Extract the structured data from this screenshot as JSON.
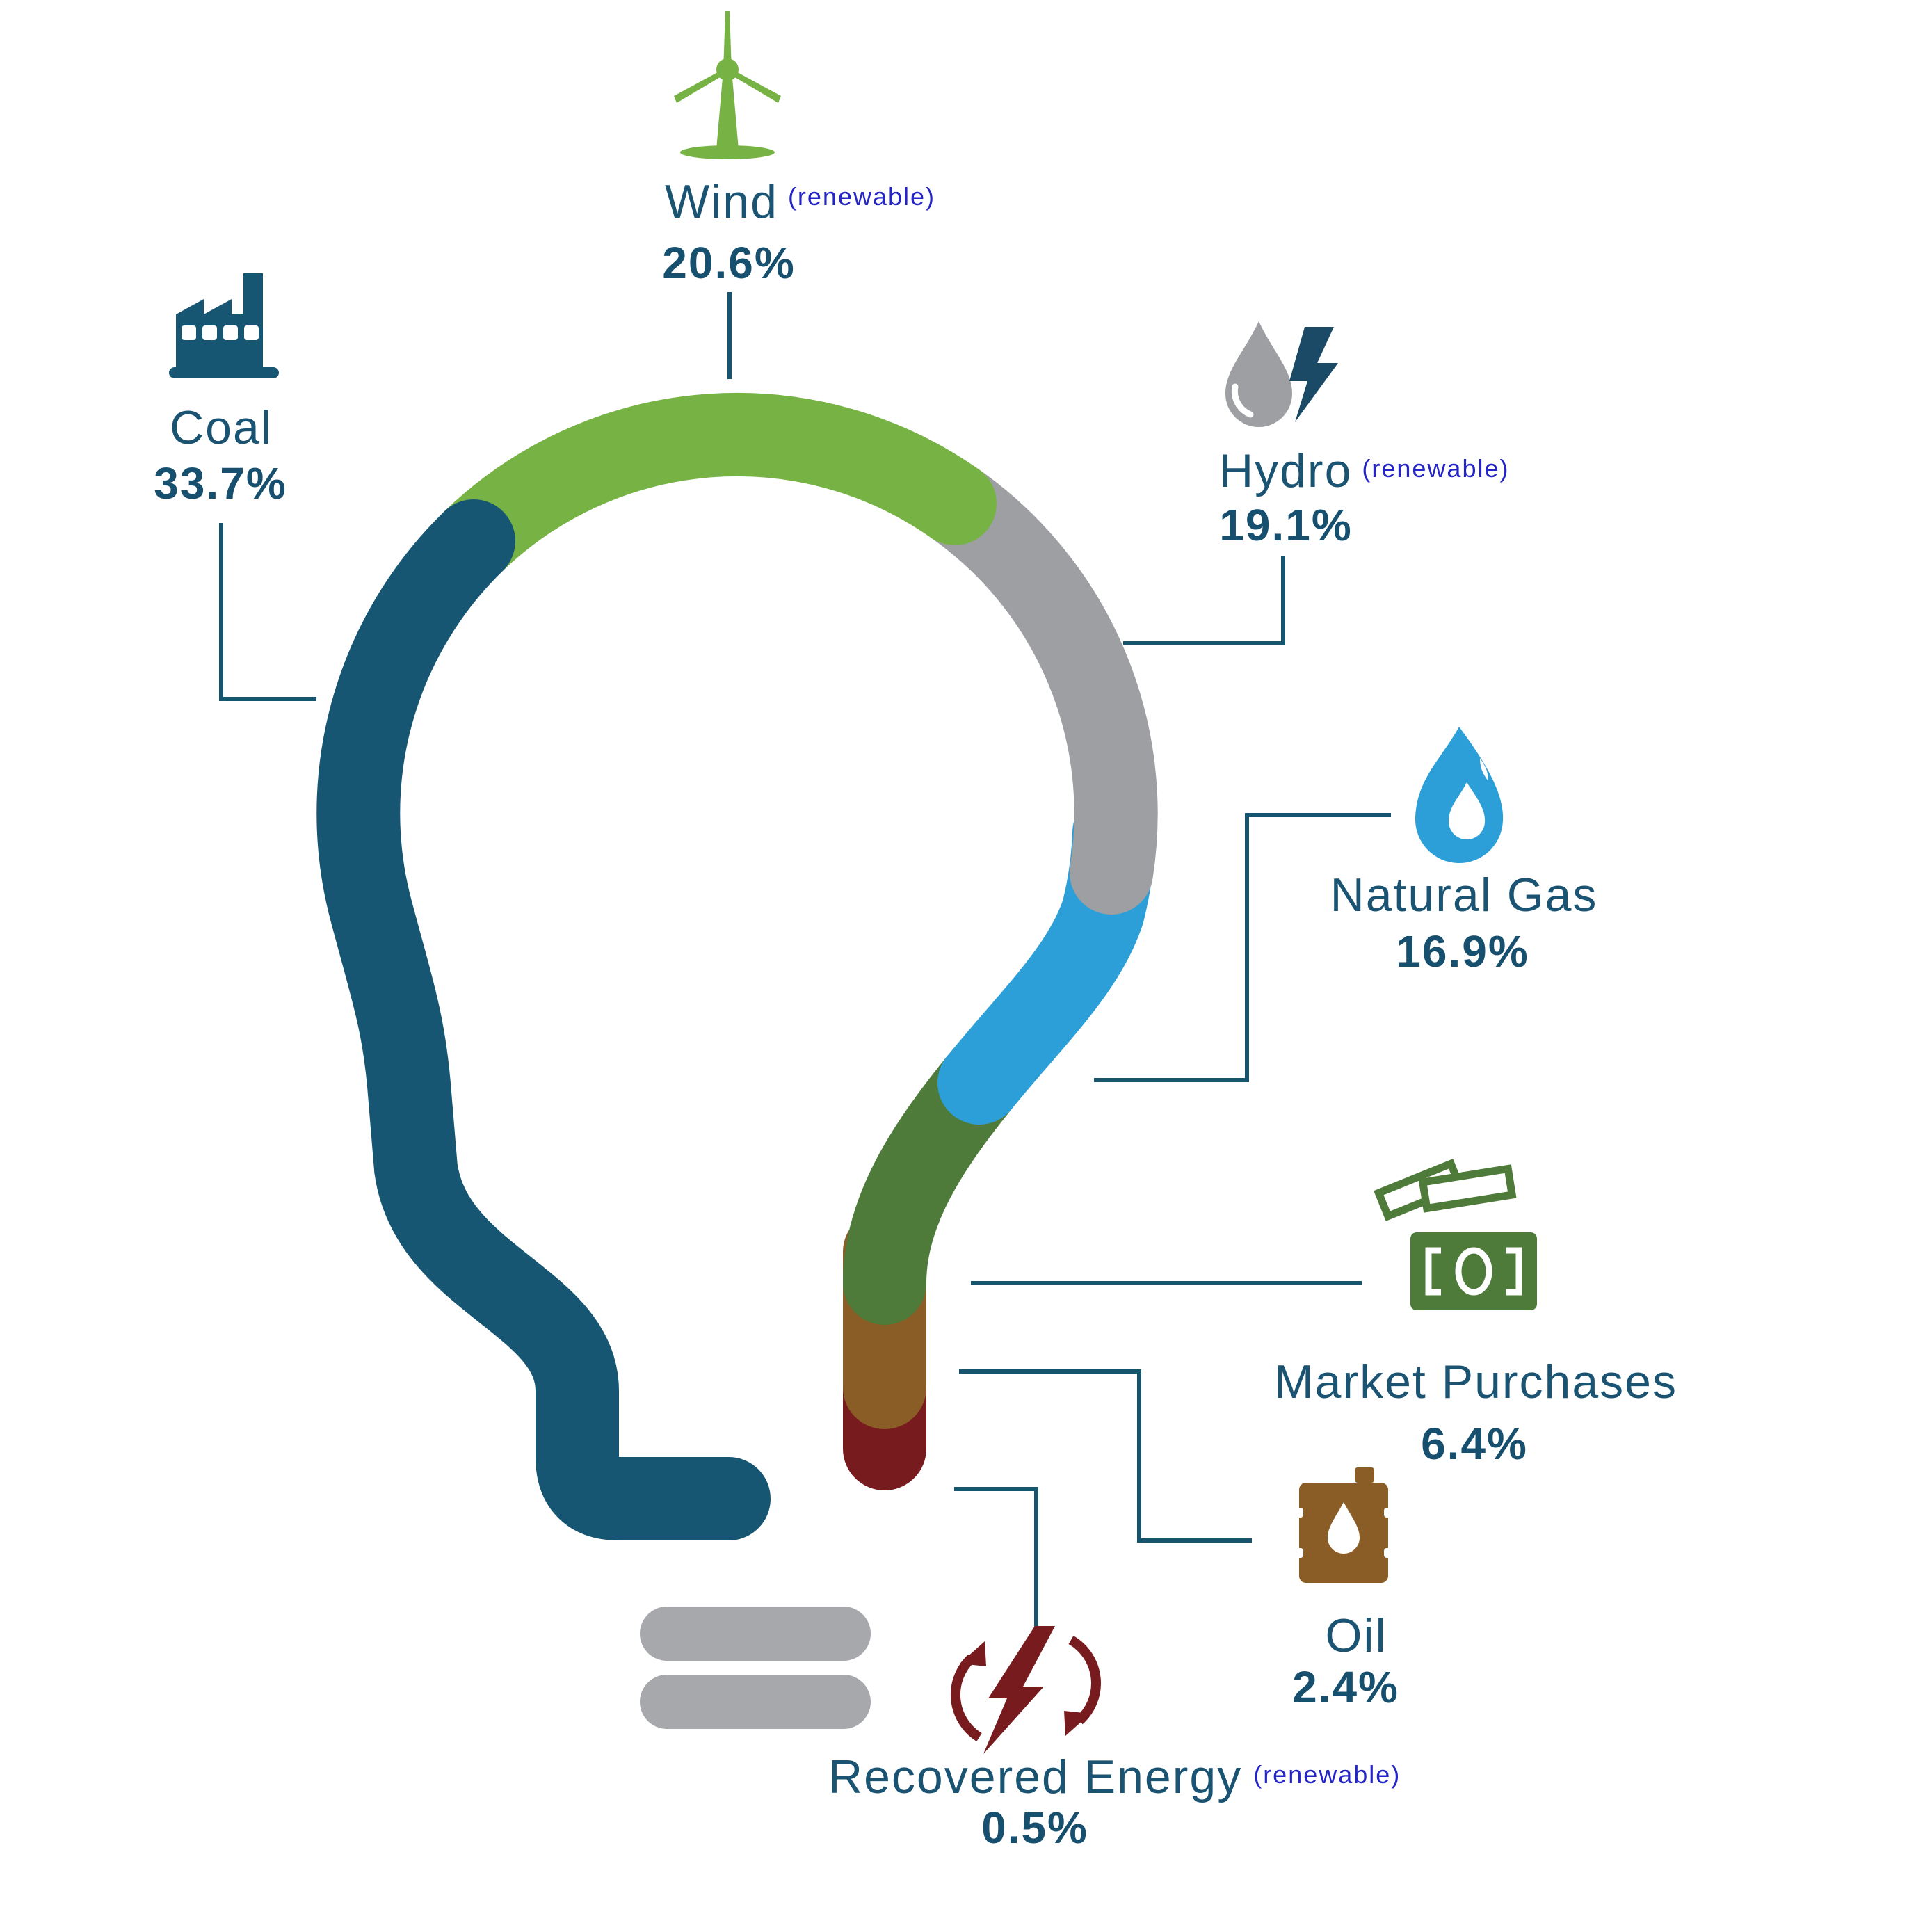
{
  "chart_data": {
    "type": "pie",
    "subtype": "lightbulb-donut-infographic",
    "categories": [
      "Coal",
      "Wind",
      "Hydro",
      "Natural Gas",
      "Market Purchases",
      "Oil",
      "Recovered Energy"
    ],
    "values": [
      33.7,
      20.6,
      19.1,
      16.9,
      6.4,
      2.4,
      0.5
    ],
    "unit": "%",
    "renewable_categories": [
      "Wind",
      "Hydro",
      "Recovered Energy"
    ],
    "legend_position": "around-figure",
    "colors": [
      "#175673",
      "#77b244",
      "#9d9fa2",
      "#2d9fd8",
      "#4e7b3a",
      "#8a5c26",
      "#771b1e"
    ]
  },
  "segments": {
    "coal": {
      "label": "Coal",
      "pct": "33.7%",
      "color": "#175673"
    },
    "wind": {
      "label": "Wind",
      "pct": "20.6%",
      "renewable_note": "(renewable)",
      "color": "#77b244"
    },
    "hydro": {
      "label": "Hydro",
      "pct": "19.1%",
      "renewable_note": "(renewable)",
      "color": "#9d9fa2"
    },
    "natural_gas": {
      "label": "Natural Gas",
      "pct": "16.9%",
      "color": "#2d9fd8"
    },
    "market_purchases": {
      "label": "Market Purchases",
      "pct": "6.4%",
      "color": "#4e7b3a"
    },
    "oil": {
      "label": "Oil",
      "pct": "2.4%",
      "color": "#8a5c26"
    },
    "recovered_energy": {
      "label": "Recovered Energy",
      "pct": "0.5%",
      "renewable_note": "(renewable)",
      "color": "#771b1e"
    }
  },
  "bulb_base_color": "#a6a8ab",
  "connector_color": "#17546e",
  "icon_detail_colors": {
    "hydro_bolt": "#1a4a66"
  }
}
